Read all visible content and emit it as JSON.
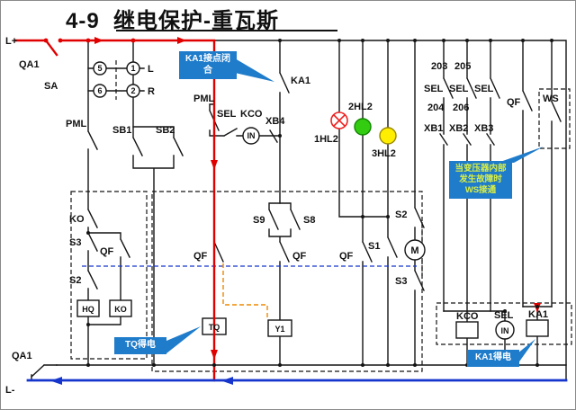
{
  "title": "4-9  继电保护-重瓦斯",
  "colors": {
    "wire": "#141414",
    "energized": "#e00000",
    "negative": "#1535cc",
    "callout_bg": "#1f7ccb",
    "callout_text": "#ffffff",
    "ws_callout_text": "#d9ee44",
    "lamp_red": "#ee2222",
    "lamp_green": "#33cc11",
    "lamp_yellow": "#ffee00",
    "link_dashed": "#ee8800"
  },
  "callouts": {
    "ka1_contact": "KA1接点闭合",
    "ws": "当变压器内部发生故障时WS接通",
    "tq": "TQ得电",
    "ka1_coil": "KA1得电"
  },
  "labels": {
    "l_plus": "L+",
    "l_minus": "L-",
    "qa1_top": "QA1",
    "qa1_bottom": "QA1",
    "sa": "SA",
    "c5": "5",
    "c1": "1",
    "c6": "6",
    "c2": "2",
    "pos_l": "L",
    "pos_r": "R",
    "pml_left": "PML",
    "pml_top": "PML",
    "sb1": "SB1",
    "sb2": "SB2",
    "ka1_top": "KA1",
    "sel_top": "SEL",
    "kco_top": "KCO",
    "in_top": "IN",
    "xb4": "XB4",
    "hl1": "1HL2",
    "hl2": "2HL2",
    "hl3": "3HL2",
    "n203": "203",
    "n205": "205",
    "n204": "204",
    "n206": "206",
    "sel_r1": "SEL",
    "sel_r2": "SEL",
    "sel_r3": "SEL",
    "xb1": "XB1",
    "xb2": "XB2",
    "xb3": "XB3",
    "qf_right": "QF",
    "ws": "WS",
    "ko_contact": "KO",
    "s3_left": "S3",
    "qf_left": "QF",
    "s2_left": "S2",
    "hq_coil": "HQ",
    "ko_coil": "KO",
    "s9": "S9",
    "s8": "S8",
    "qf_m1": "QF",
    "qf_m2": "QF",
    "qf_m3": "QF",
    "s1": "S1",
    "s2_right": "S2",
    "s3_right": "S3",
    "motor": "M",
    "tq_coil": "TQ",
    "y1_coil": "Y1",
    "kco_bottom": "KCO",
    "sel_bottom": "SEL",
    "ka1_bottom": "KA1",
    "in_bottom": "IN"
  }
}
